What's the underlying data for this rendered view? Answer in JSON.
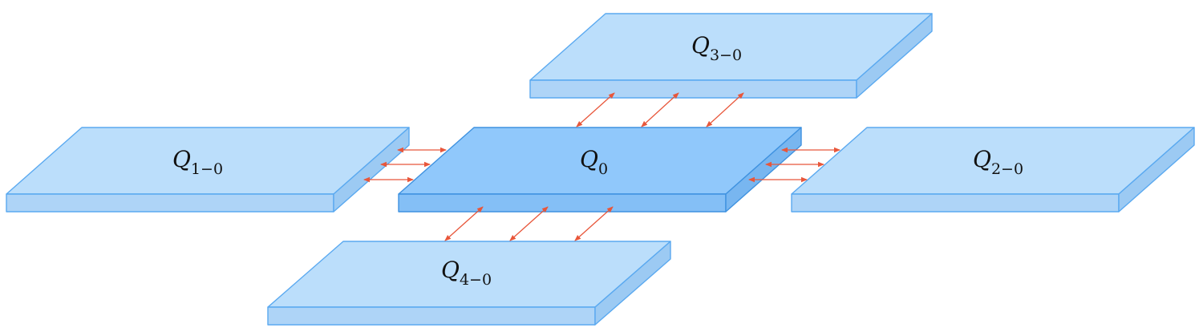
{
  "colors": {
    "slab_fill": "#bbdefb",
    "slab_fill_front": "#aed4f7",
    "slab_fill_side": "#9ccaf3",
    "slab_edge": "#5aa9f0",
    "center_fill": "#90c8fb",
    "center_fill_front": "#84bff6",
    "center_fill_side": "#78b6f0",
    "center_edge": "#3f92e0",
    "arrow": "#e8563a"
  },
  "slabs": [
    {
      "id": "q0",
      "label_main": "Q",
      "label_sub": "0",
      "role": "center"
    },
    {
      "id": "q1",
      "label_main": "Q",
      "label_sub": "1−0",
      "role": "left"
    },
    {
      "id": "q2",
      "label_main": "Q",
      "label_sub": "2−0",
      "role": "right"
    },
    {
      "id": "q3",
      "label_main": "Q",
      "label_sub": "3−0",
      "role": "top"
    },
    {
      "id": "q4",
      "label_main": "Q",
      "label_sub": "4−0",
      "role": "bottom"
    }
  ]
}
